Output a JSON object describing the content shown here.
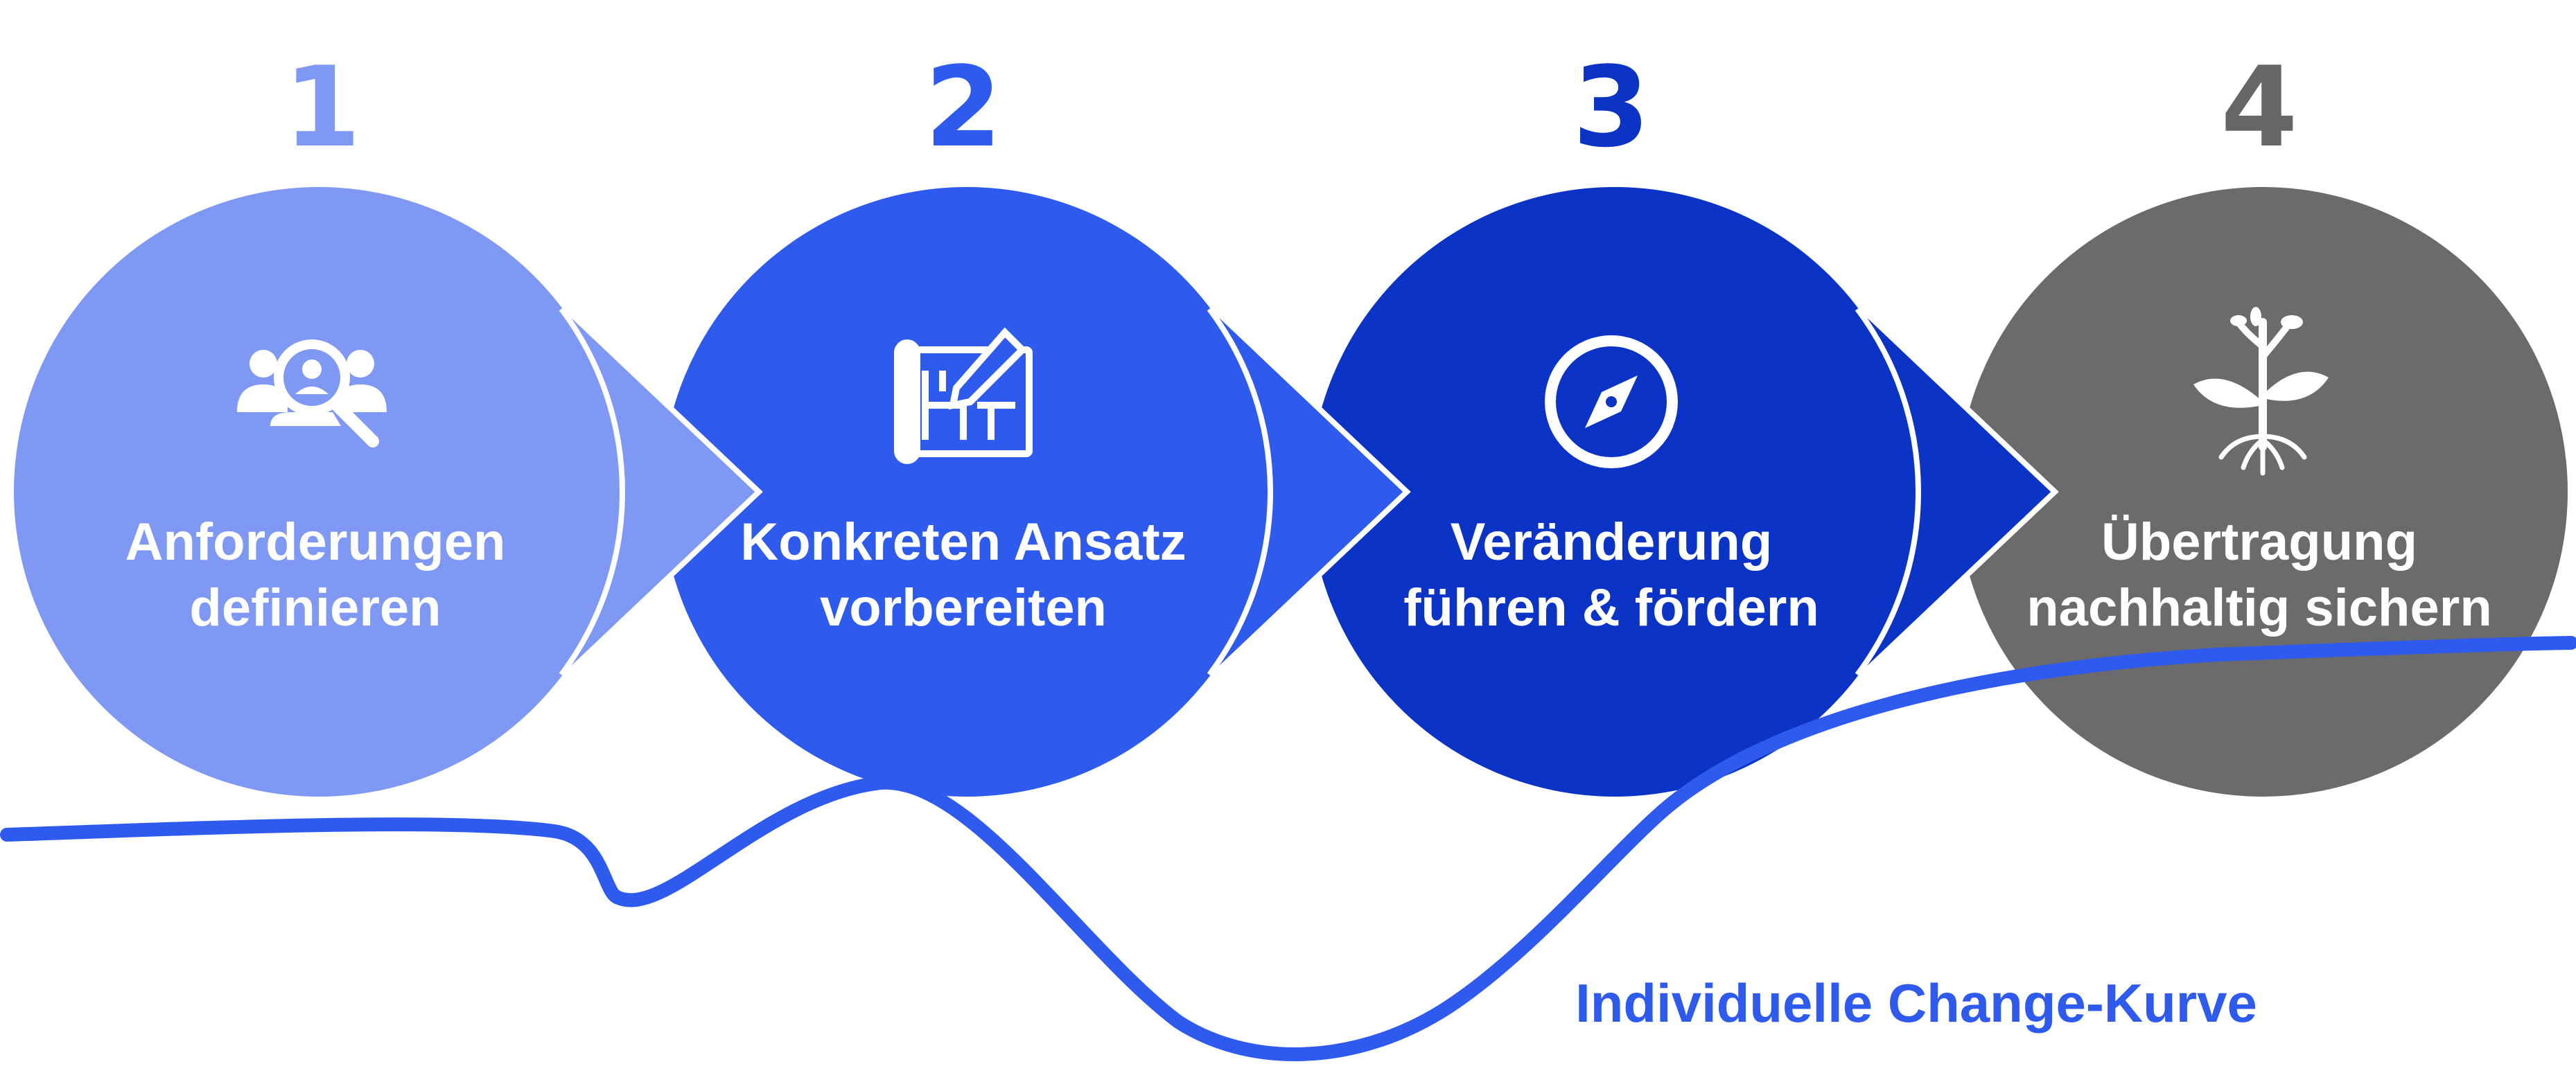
{
  "steps": [
    {
      "number": "1",
      "line1": "Anforderungen",
      "line2": "definieren",
      "color": "#7E98F4",
      "icon": "people-search-icon"
    },
    {
      "number": "2",
      "line1": "Konkreten Ansatz",
      "line2": "vorbereiten",
      "color": "#2F5AEE",
      "icon": "blueprint-pencil-icon"
    },
    {
      "number": "3",
      "line1": "Veränderung",
      "line2": "führen & fördern",
      "color": "#0B33C6",
      "icon": "compass-icon"
    },
    {
      "number": "4",
      "line1": "Übertragung",
      "line2": "nachhaltig sichern",
      "color": "#6B6B6B",
      "icon": "plant-sprout-icon"
    }
  ],
  "curve": {
    "label": "Individuelle Change-Kurve",
    "color": "#2F5AEE"
  }
}
